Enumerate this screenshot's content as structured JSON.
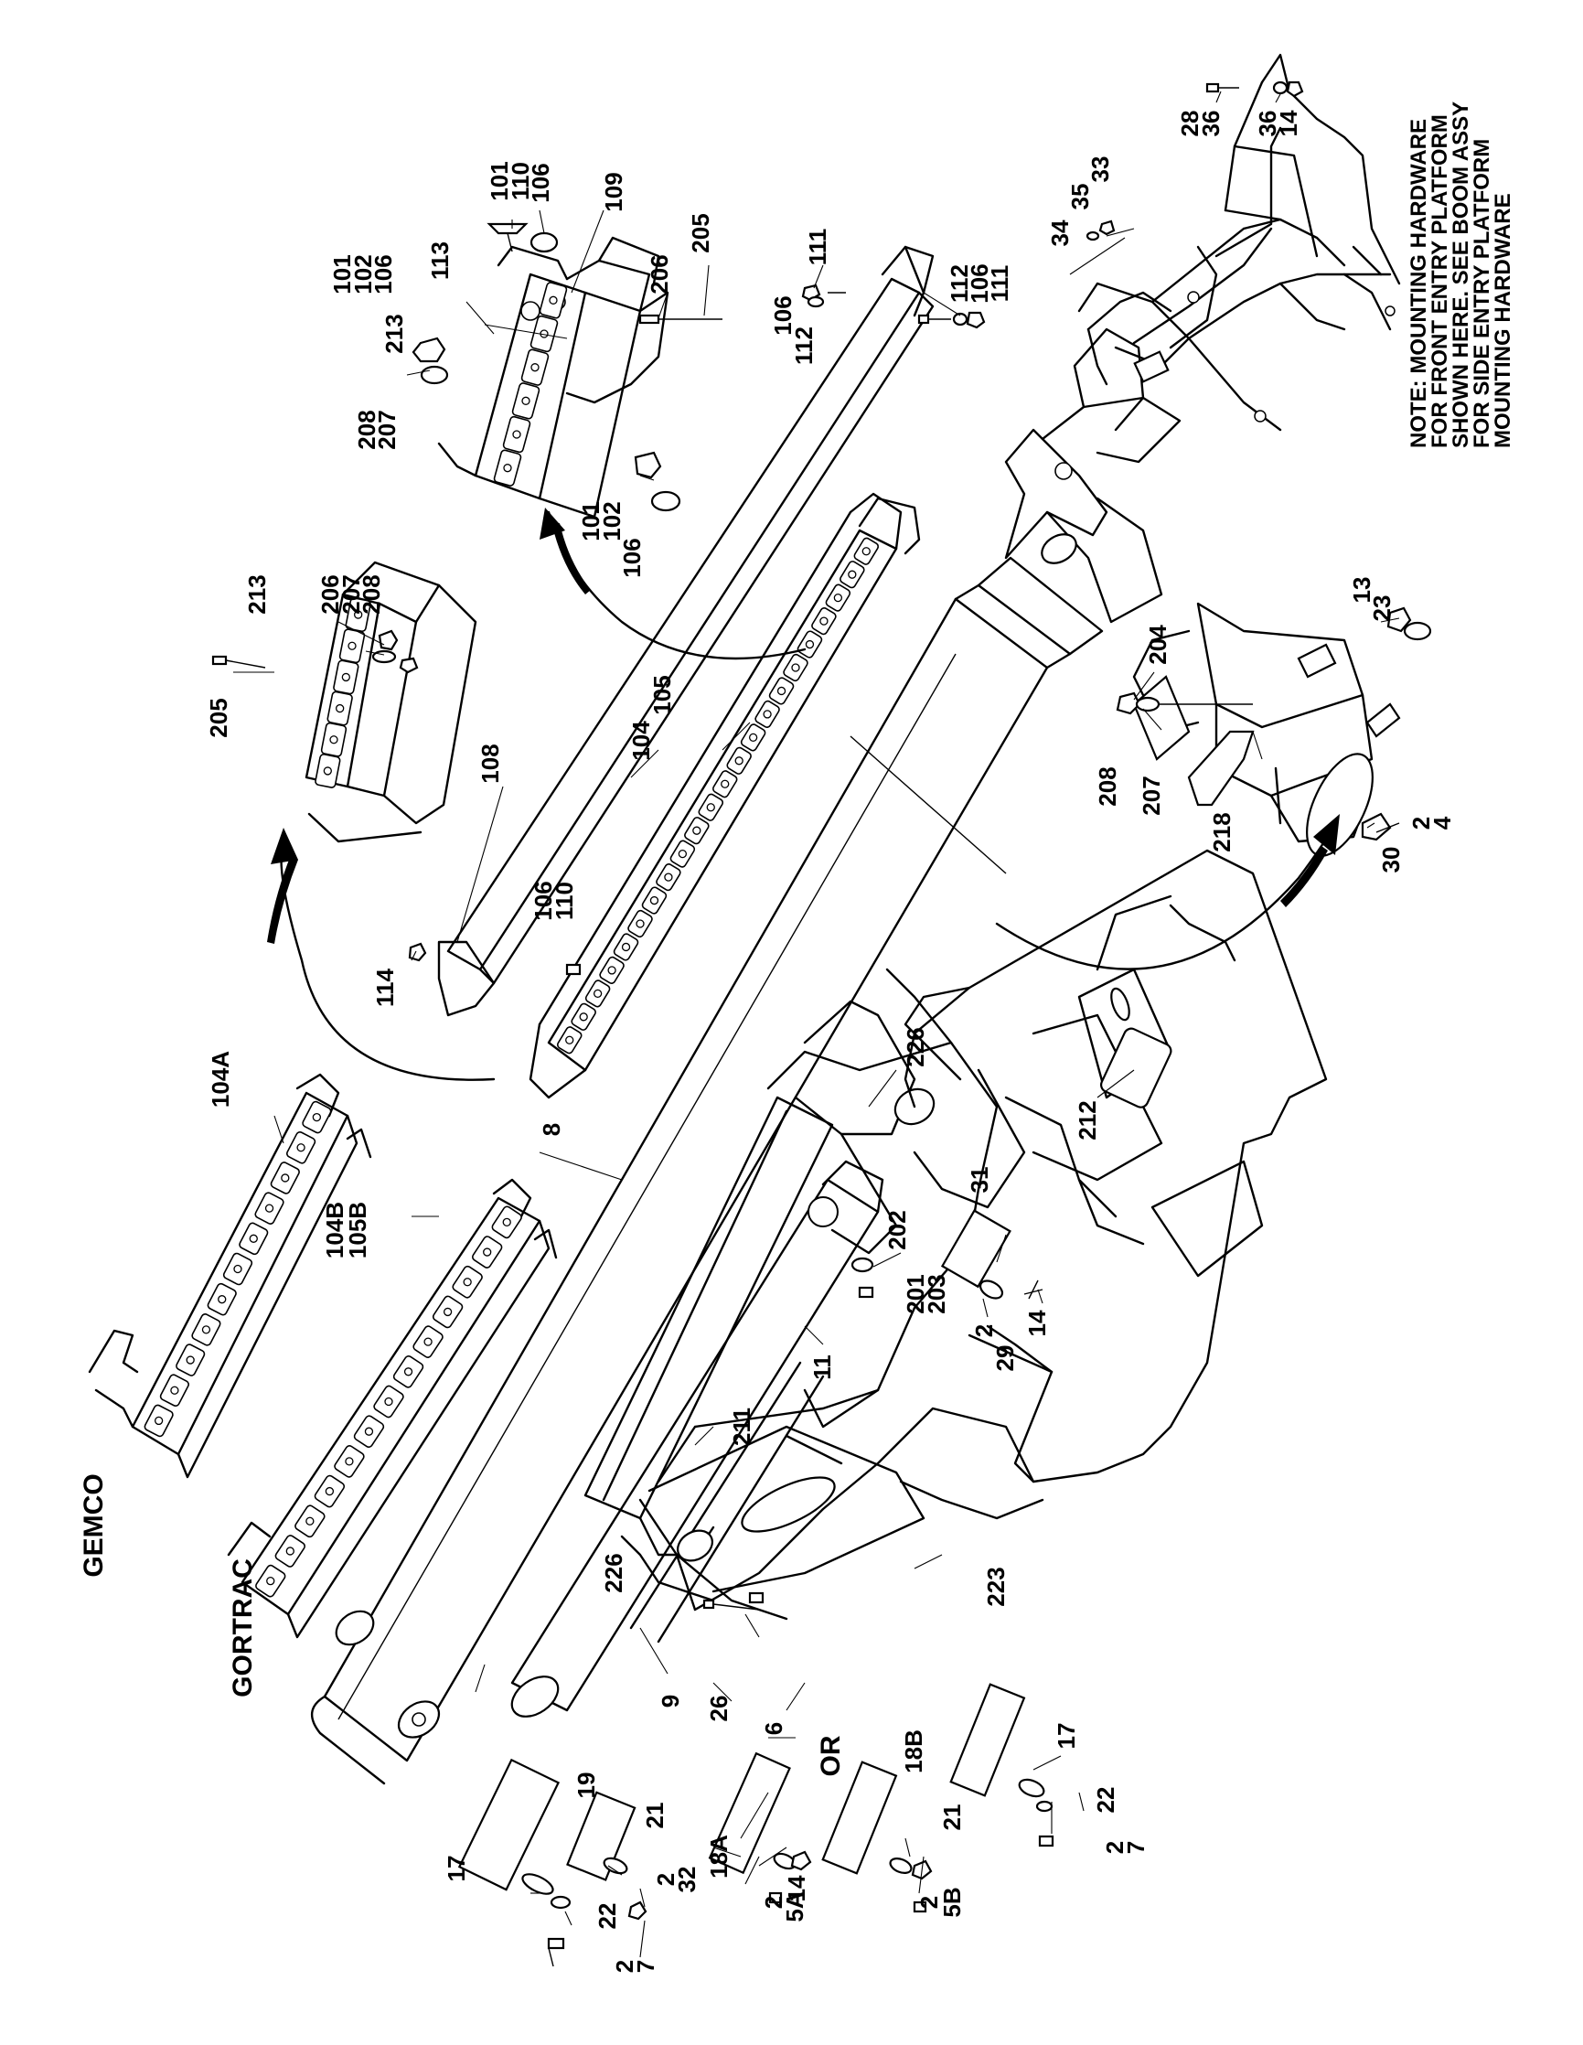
{
  "diagram": {
    "labels": {
      "gemco": "GEMCO",
      "gortrac": "GORTRAC",
      "or": "OR",
      "note_lines": [
        "NOTE: MOUNTING HARDWARE",
        "FOR FRONT ENTRY PLATFORM",
        "SHOWN HERE.  SEE BOOM ASSY",
        "FOR SIDE ENTRY PLATFORM",
        "MOUNTING HARDWARE"
      ]
    },
    "callouts": {
      "c101a": "101",
      "c110a": "110",
      "c106a": "106",
      "c109": "109",
      "c101b": "101",
      "c102a": "102",
      "c106b": "106",
      "c113": "113",
      "c213a": "213",
      "c208a": "208",
      "c207a": "207",
      "c206a": "206",
      "c205a": "205",
      "c101c": "101",
      "c102b": "102",
      "c106c": "106",
      "c111a": "111",
      "c106d": "106",
      "c112a": "112",
      "c112b": "112",
      "c106e": "106",
      "c111b": "111",
      "c34": "34",
      "c35": "35",
      "c33": "33",
      "c28": "28",
      "c36a": "36",
      "c36b": "36",
      "c14a": "14",
      "c213b": "213",
      "c206b": "206",
      "c207b": "207",
      "c208b": "208",
      "c205b": "205",
      "c108": "108",
      "c104": "104",
      "c105": "105",
      "c106f": "106",
      "c110b": "110",
      "c114": "114",
      "c204": "204",
      "c13": "13",
      "c23": "23",
      "c208c": "208",
      "c207c": "207",
      "c218": "218",
      "c30": "30",
      "c2a": "2",
      "c4": "4",
      "c104a": "104A",
      "c104b": "104B",
      "c105b": "105B",
      "c8": "8",
      "c226a": "226",
      "c212": "212",
      "c31": "31",
      "c202": "202",
      "c201": "201",
      "c203": "203",
      "c14b": "14",
      "c2b": "2",
      "c29": "29",
      "c11": "11",
      "c211": "211",
      "c226b": "226",
      "c223": "223",
      "c17a": "17",
      "c22a": "22",
      "c2c": "2",
      "c7a": "7",
      "c21a": "21",
      "c2d": "2",
      "c5b": "5B",
      "c18b": "18B",
      "c6": "6",
      "c26": "26",
      "c9": "9",
      "c19": "19",
      "c21b": "21",
      "c2e": "2",
      "c32": "32",
      "c18a": "18A",
      "c14c": "14",
      "c2f": "2",
      "c5a": "5A",
      "c17b": "17",
      "c22b": "22",
      "c2g": "2",
      "c7b": "7"
    }
  }
}
